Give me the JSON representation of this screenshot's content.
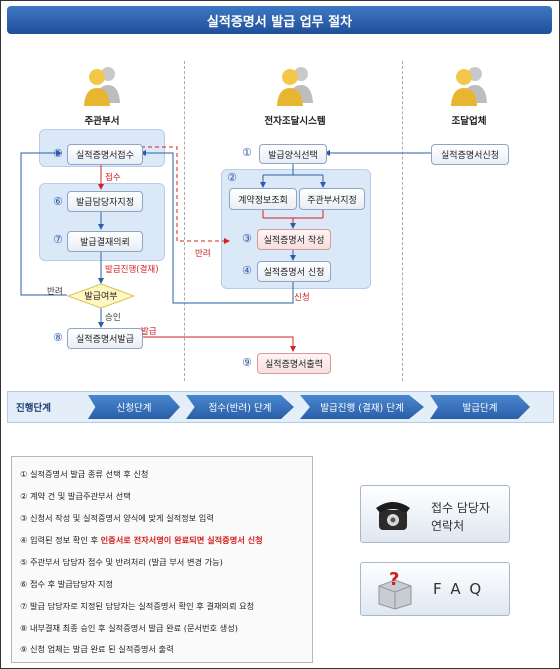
{
  "title": "실적증명서 발급 업무 절차",
  "actors": {
    "dept": "주관부서",
    "system": "전자조달시스템",
    "company": "조달업체"
  },
  "nodes": {
    "n5": {
      "num": "⑤",
      "label": "실적증명서접수"
    },
    "n6": {
      "num": "⑥",
      "label": "발급담당자지정"
    },
    "n7": {
      "num": "⑦",
      "label": "발급결재의뢰"
    },
    "decision": {
      "label": "발급여부"
    },
    "n8": {
      "num": "⑧",
      "label": "실적증명서발급"
    },
    "n1": {
      "num": "①",
      "label": "발급양식선택"
    },
    "n2": {
      "num": "②"
    },
    "n2a": {
      "label": "계약정보조회"
    },
    "n2b": {
      "label": "주관부서지정"
    },
    "n3": {
      "num": "③",
      "label": "실적증명서 작성"
    },
    "n4": {
      "num": "④",
      "label": "실적증명서 신청"
    },
    "n9": {
      "num": "⑨",
      "label": "실적증명서출력"
    },
    "apply": {
      "label": "실적증명서신청"
    }
  },
  "flow_labels": {
    "receive": "접수",
    "progress": "발급진행(결재)",
    "reject_left": "반려",
    "reject_right": "반려",
    "approve": "승인",
    "apply": "신청",
    "issue": "발급"
  },
  "stages": {
    "title": "진행단계",
    "items": [
      "신청단계",
      "접수(반려) 단계",
      "발급진행 (결재) 단계",
      "발급단계"
    ]
  },
  "steps": [
    {
      "text": "① 실적증명서 발급 종류 선택 후 신청"
    },
    {
      "text": "② 계약 건 및 발급주관부서 선택"
    },
    {
      "text": "③ 신청서 작성 및 실적증명서 양식에 맞게 실적정보 입력"
    },
    {
      "pre": "④ 입력된 정보 확인 후 ",
      "hl": "인증서로 전자서명이 완료되면 실적증명서 신청"
    },
    {
      "text": "⑤ 주관부서 담당자 접수 및 반려처리 (발급 부서 변경 가능)"
    },
    {
      "text": "⑥ 접수 후 발급담당자 지정"
    },
    {
      "text": "⑦ 발급 담당자로 지정된 담당자는 실적증명서 확인 후 결재의뢰 요청"
    },
    {
      "text": "⑧ 내부결재 최종 승인 후 실적증명서 발급 완료 (문서번호 생성)"
    },
    {
      "text": "⑨ 신청 업체는 발급 완료 된 실적증명서 출력"
    }
  ],
  "side": {
    "contact": {
      "line1": "접수 담당자",
      "line2": "연락처",
      "icon": "telephone-icon"
    },
    "faq": {
      "label": "F A Q",
      "icon": "question-box-icon"
    }
  },
  "colors": {
    "accent": "#2a5fa8",
    "highlight": "#d21f1f",
    "panel": "#dbe8f7"
  }
}
